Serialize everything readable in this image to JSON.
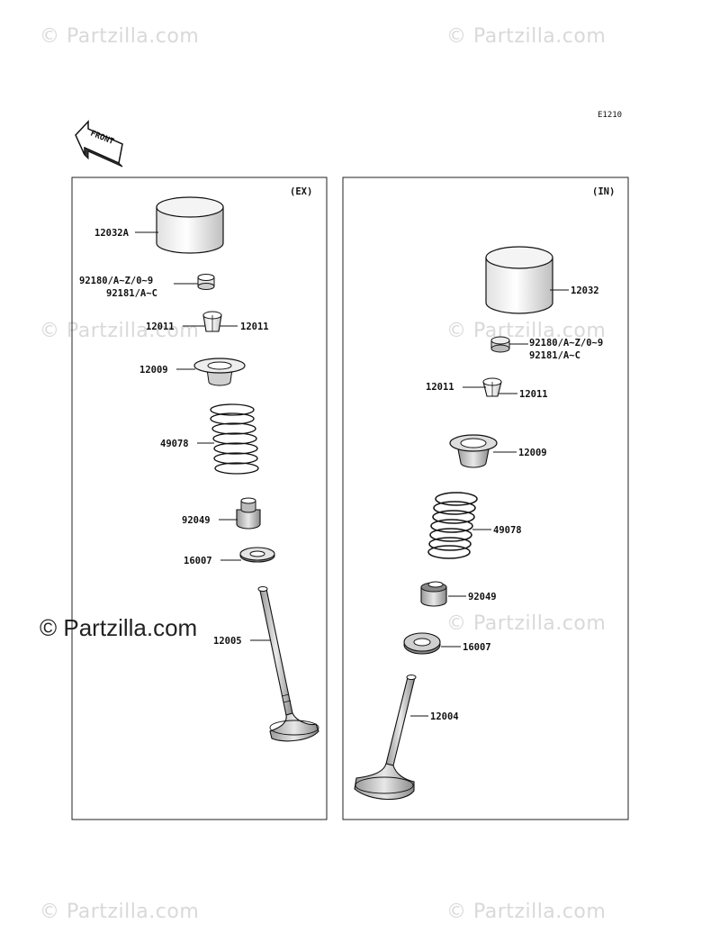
{
  "diagram_code": "E1210",
  "front_label": "FRONT",
  "watermark": "© Partzilla.com",
  "watermark_bold": "© Partzilla.com",
  "panels": {
    "ex": {
      "tag": "(EX)",
      "parts": {
        "tappet": "12032A",
        "shim_1": "92180/A~Z/0~9",
        "shim_2": "92181/A~C",
        "keeper_left": "12011",
        "keeper_right": "12011",
        "retainer": "12009",
        "spring": "49078",
        "stem_seal": "92049",
        "spring_seat": "16007",
        "valve": "12005"
      }
    },
    "in": {
      "tag": "(IN)",
      "parts": {
        "tappet": "12032",
        "shim_1": "92180/A~Z/0~9",
        "shim_2": "92181/A~C",
        "keeper_left": "12011",
        "keeper_right": "12011",
        "retainer": "12009",
        "spring": "49078",
        "stem_seal": "92049",
        "spring_seat": "16007",
        "valve": "12004"
      }
    }
  }
}
